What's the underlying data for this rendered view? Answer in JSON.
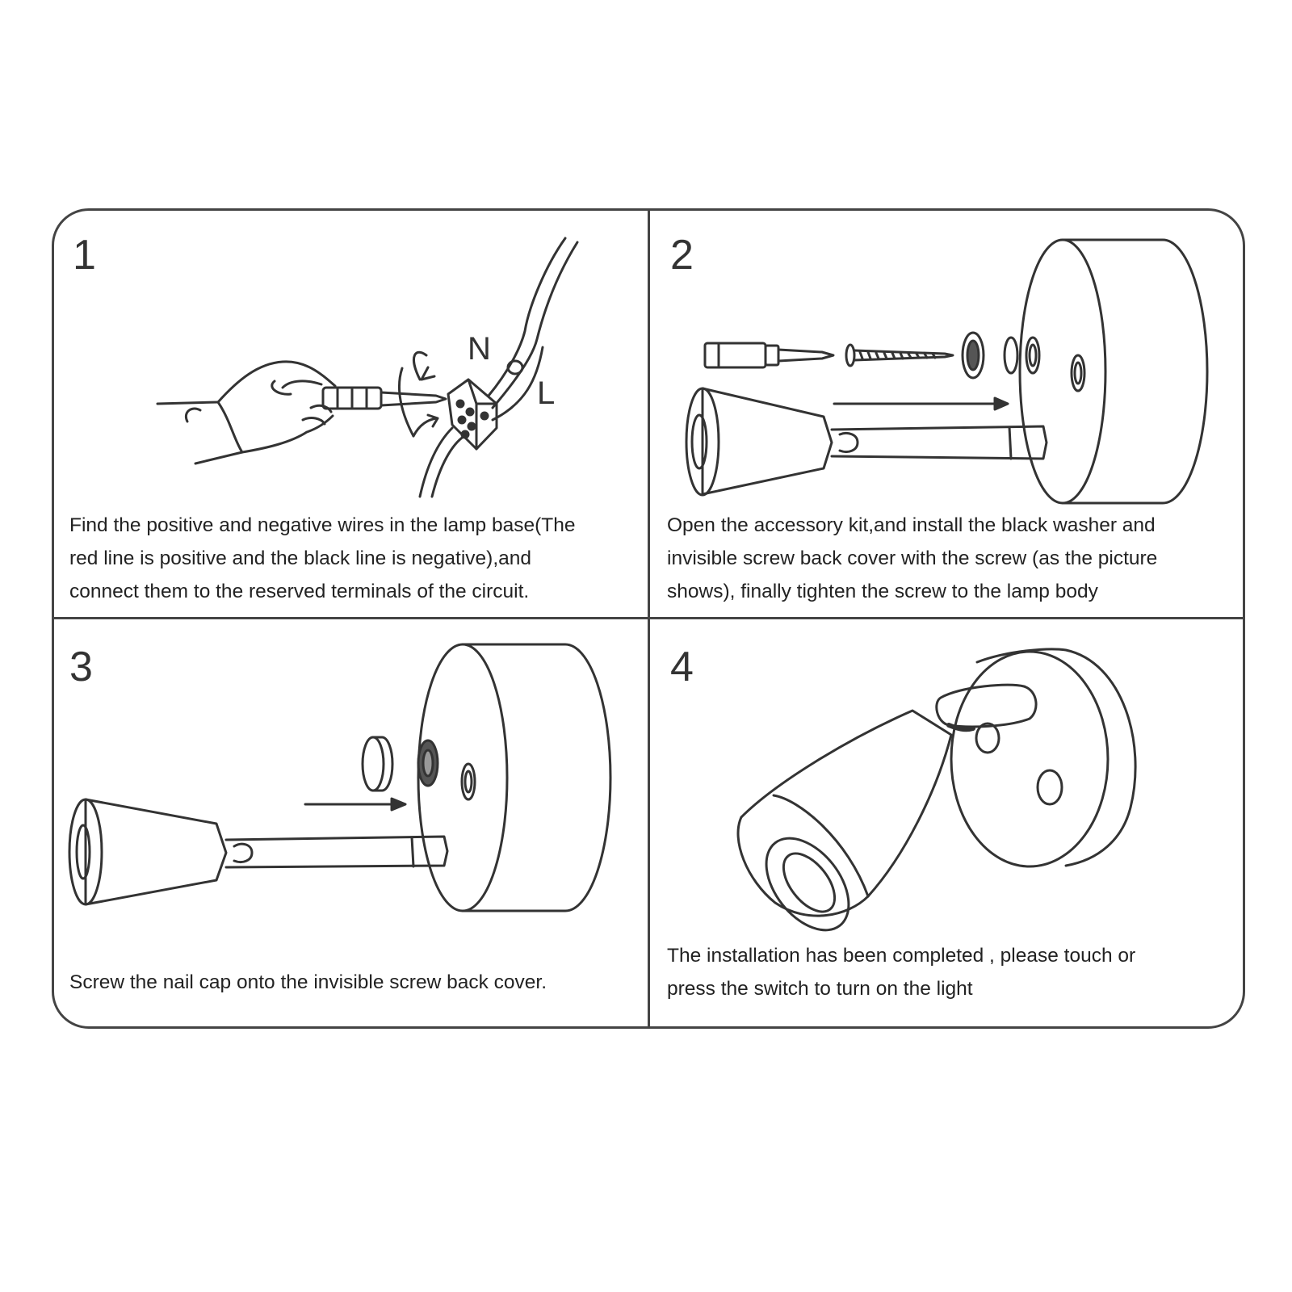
{
  "steps": [
    {
      "number": "1",
      "caption": "Find the positive and negative wires in the lamp base(The\nred line is positive and the black line is negative),and\nconnect them to the reserved terminals of the circuit.",
      "wire_labels": {
        "n": "N",
        "l": "L"
      }
    },
    {
      "number": "2",
      "caption": "Open the accessory kit,and install the black washer and\ninvisible screw back cover with the screw (as the picture\nshows), finally tighten the screw to the lamp body"
    },
    {
      "number": "3",
      "caption": "Screw the nail cap onto the invisible screw back cover."
    },
    {
      "number": "4",
      "caption": "The installation has been completed , please touch or\npress the switch to turn on the light"
    }
  ]
}
